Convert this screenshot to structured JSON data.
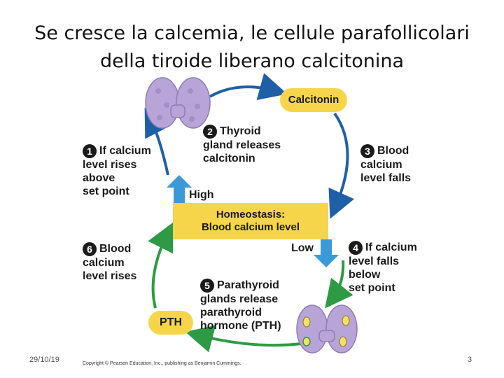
{
  "title": {
    "line1": "Se cresce la calcemia, le cellule parafollicolari",
    "line2": "della tiroide liberano calcitonina"
  },
  "diagram": {
    "center_line1": "Homeostasis:",
    "center_line2": "Blood calcium level",
    "high_label": "High",
    "low_label": "Low",
    "calcitonin_label": "Calcitonin",
    "pth_label": "PTH",
    "steps": [
      {
        "num": "1",
        "lines": [
          "If calcium",
          "level rises",
          "above",
          "set point"
        ]
      },
      {
        "num": "2",
        "lines": [
          "Thyroid",
          "gland releases",
          "calcitonin"
        ]
      },
      {
        "num": "3",
        "lines": [
          "Blood",
          "calcium",
          "level falls"
        ]
      },
      {
        "num": "4",
        "lines": [
          "If calcium",
          "level falls",
          "below",
          "set point"
        ]
      },
      {
        "num": "5",
        "lines": [
          "Parathyroid",
          "glands release",
          "parathyroid",
          "hormone (PTH)"
        ]
      },
      {
        "num": "6",
        "lines": [
          "Blood",
          "calcium",
          "level rises"
        ]
      }
    ],
    "colors": {
      "upper_arrow": "#1f5fa8",
      "lower_arrow": "#2e9a45",
      "yellow": "#f7d54a",
      "thyroid": "#b9a4d8",
      "high_low_arrow": "#3a9ad9"
    },
    "icons": [
      "thyroid-gland-icon",
      "parathyroid-gland-icon"
    ]
  },
  "footer": {
    "date": "29/10/19",
    "page": "3",
    "copyright": "Copyright © Pearson Education, Inc., publishing as Benjamin Cummings."
  }
}
